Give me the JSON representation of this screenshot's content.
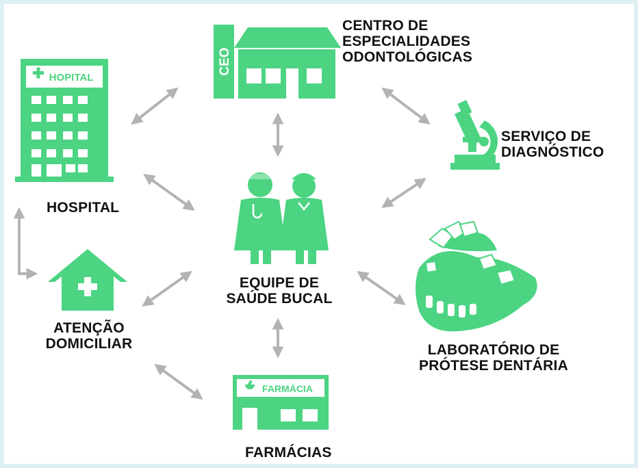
{
  "colors": {
    "accent": "#4cd482",
    "arrow": "#b3b3b3",
    "text": "#111111",
    "frame": "#dff0f4"
  },
  "nodes": {
    "ceo": {
      "label_lines": [
        "CENTRO DE",
        "ESPECIALIDADES",
        "ODONTOLÓGICAS"
      ],
      "sign_text": "CEO",
      "icon": "building-icon"
    },
    "hospital": {
      "label": "HOSPITAL",
      "sign_text": "HOPITAL",
      "icon": "hospital-icon"
    },
    "diagnostico": {
      "label_lines": [
        "SERVIÇO DE",
        "DIAGNÓSTICO"
      ],
      "icon": "microscope-icon"
    },
    "equipe": {
      "label_lines": [
        "EQUIPE DE",
        "SAÚDE BUCAL"
      ],
      "icon": "dentists-icon"
    },
    "atencao": {
      "label_lines": [
        "ATENÇÃO",
        "DOMICILIAR"
      ],
      "icon": "house-cross-icon"
    },
    "laboratorio": {
      "label_lines": [
        "LABORATÓRIO DE",
        "PRÓTESE DENTÁRIA"
      ],
      "icon": "denture-icon"
    },
    "farmacia": {
      "label": "FARMÁCIAS",
      "sign_text": "FARMÁCIA",
      "icon": "pharmacy-icon"
    }
  }
}
